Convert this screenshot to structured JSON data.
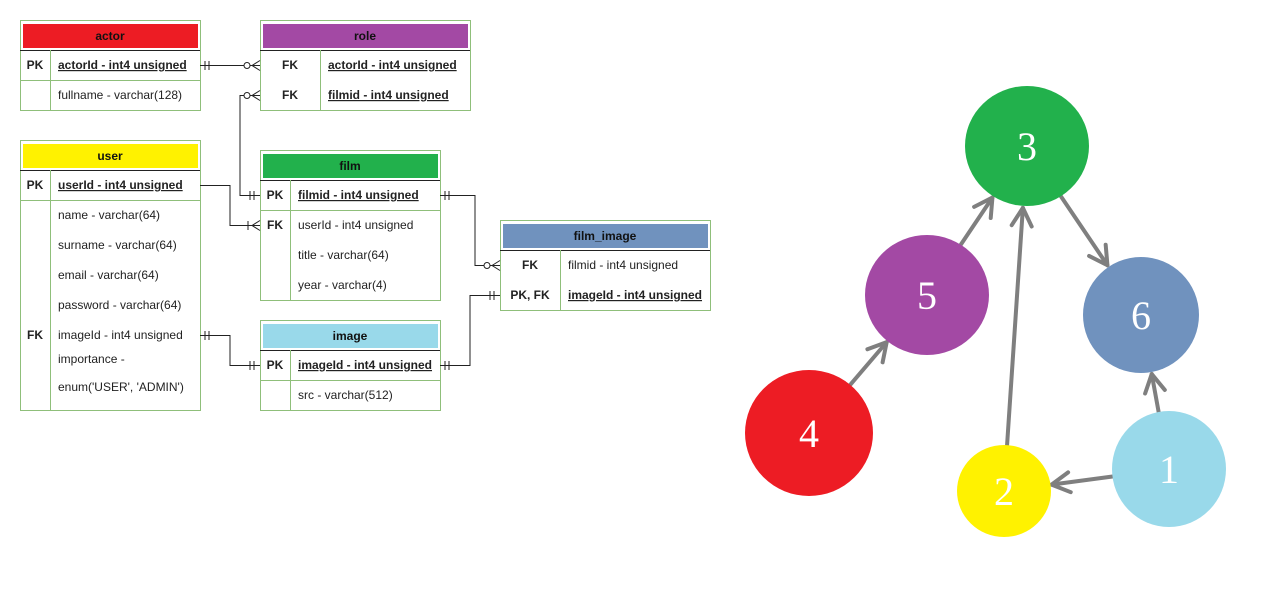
{
  "colors": {
    "actor": "#ed1c24",
    "role": "#a349a4",
    "user": "#fff200",
    "film": "#22b14c",
    "film_image": "#7092be",
    "image": "#99d9ea",
    "border": "#8fbf7a",
    "edge": "#7f7f7f"
  },
  "tables": {
    "actor": {
      "title": "actor",
      "rows": [
        {
          "key": "PK",
          "text": "actorId - int4 unsigned",
          "underline": true
        },
        {
          "key": "",
          "text": "fullname - varchar(128)",
          "underline": false
        }
      ]
    },
    "role": {
      "title": "role",
      "rows": [
        {
          "key": "FK",
          "text": "actorId - int4 unsigned",
          "underline": true
        },
        {
          "key": "FK",
          "text": "filmid - int4 unsigned",
          "underline": true
        }
      ]
    },
    "user": {
      "title": "user",
      "rows": [
        {
          "key": "PK",
          "text": "userId - int4 unsigned",
          "underline": true
        },
        {
          "key": "",
          "text": "name - varchar(64)",
          "underline": false
        },
        {
          "key": "",
          "text": "surname - varchar(64)",
          "underline": false
        },
        {
          "key": "",
          "text": "email - varchar(64)",
          "underline": false
        },
        {
          "key": "",
          "text": "password - varchar(64)",
          "underline": false
        },
        {
          "key": "FK",
          "text": "imageId - int4 unsigned",
          "underline": false
        },
        {
          "key": "",
          "text": "importance -",
          "underline": false
        },
        {
          "key": "",
          "text": "enum('USER', 'ADMIN')",
          "underline": false
        }
      ]
    },
    "film": {
      "title": "film",
      "rows": [
        {
          "key": "PK",
          "text": "filmid - int4 unsigned",
          "underline": true
        },
        {
          "key": "FK",
          "text": "userId - int4 unsigned",
          "underline": false
        },
        {
          "key": "",
          "text": "title - varchar(64)",
          "underline": false
        },
        {
          "key": "",
          "text": "year - varchar(4)",
          "underline": false
        }
      ]
    },
    "film_image": {
      "title": "film_image",
      "rows": [
        {
          "key": "FK",
          "text": "filmid - int4 unsigned",
          "underline": false
        },
        {
          "key": "PK, FK",
          "text": "imageId - int4 unsigned",
          "underline": true
        }
      ]
    },
    "image": {
      "title": "image",
      "rows": [
        {
          "key": "PK",
          "text": "imageId - int4 unsigned",
          "underline": true
        },
        {
          "key": "",
          "text": "src - varchar(512)",
          "underline": false
        }
      ]
    }
  },
  "graph": {
    "nodes": [
      {
        "id": "3",
        "label": "3",
        "color": "#22b14c"
      },
      {
        "id": "5",
        "label": "5",
        "color": "#a349a4"
      },
      {
        "id": "6",
        "label": "6",
        "color": "#7092be"
      },
      {
        "id": "4",
        "label": "4",
        "color": "#ed1c24"
      },
      {
        "id": "2",
        "label": "2",
        "color": "#fff200"
      },
      {
        "id": "1",
        "label": "1",
        "color": "#99d9ea"
      }
    ],
    "edges": [
      {
        "from": "4",
        "to": "5"
      },
      {
        "from": "5",
        "to": "3"
      },
      {
        "from": "2",
        "to": "3"
      },
      {
        "from": "3",
        "to": "6"
      },
      {
        "from": "1",
        "to": "6"
      },
      {
        "from": "1",
        "to": "2"
      }
    ]
  }
}
